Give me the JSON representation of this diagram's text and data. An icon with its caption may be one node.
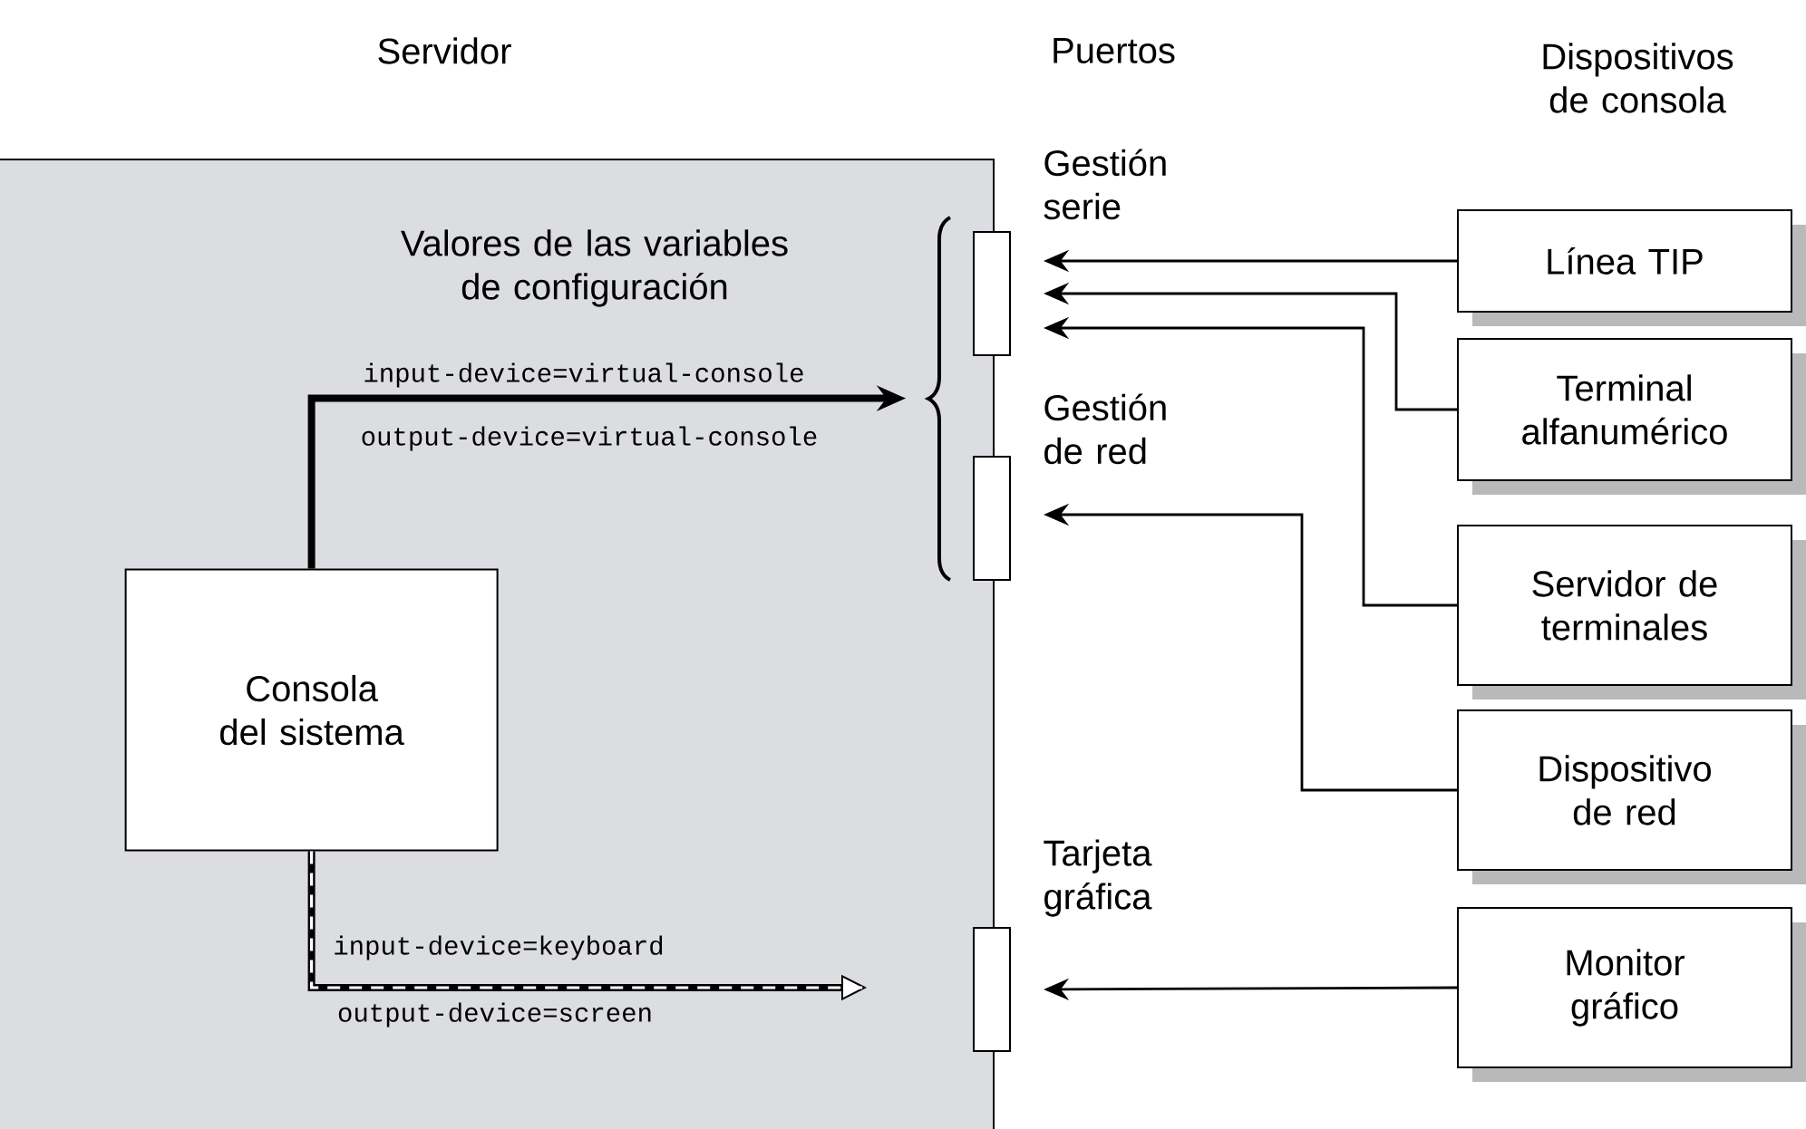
{
  "diagram": {
    "nodes": [
      {
        "text": [
          "Servidor"
        ]
      },
      {
        "text": [
          "Consola del sistema"
        ],
        "in": 0
      },
      {
        "text": [],
        "shape": "box",
        "beside": [
          "Gestión serie"
        ]
      },
      {
        "text": [],
        "shape": "box",
        "beside": [
          "Gestión de red"
        ]
      },
      {
        "text": [],
        "shape": "box",
        "beside": [
          "Tarjeta gráfica"
        ]
      },
      {
        "text": [
          "Línea TIP"
        ]
      },
      {
        "text": [
          "Terminal alfanumérico"
        ]
      },
      {
        "text": [
          "Servidor de terminales"
        ]
      },
      {
        "text": [
          "Dispositivo de red"
        ]
      },
      {
        "text": [
          "Monitor gráfico"
        ]
      },
      {
        "text": [],
        "shape": "brace",
        "in": 0
      }
    ],
    "edges": [
      {
        "from": 1,
        "to": 10,
        "arrow": "to",
        "style": "thick"
      },
      {
        "from": 1,
        "to": null,
        "arrow": "to",
        "style": "dashed",
        "color": "#ffffff"
      },
      {
        "from": 5,
        "to": 2,
        "arrow": "to"
      },
      {
        "from": 6,
        "to": 2,
        "arrow": "to"
      },
      {
        "from": 7,
        "to": 2,
        "arrow": "to"
      },
      {
        "from": 8,
        "to": 3,
        "arrow": "to"
      },
      {
        "from": 9,
        "to": 4,
        "arrow": "to"
      }
    ],
    "labels": [
      "Puertos",
      "Dispositivos de consola",
      "Valores de las variables de configuración",
      "input-device=virtual-console",
      "output-device=virtual-console",
      "input-device=keyboard",
      "output-device=screen"
    ]
  }
}
